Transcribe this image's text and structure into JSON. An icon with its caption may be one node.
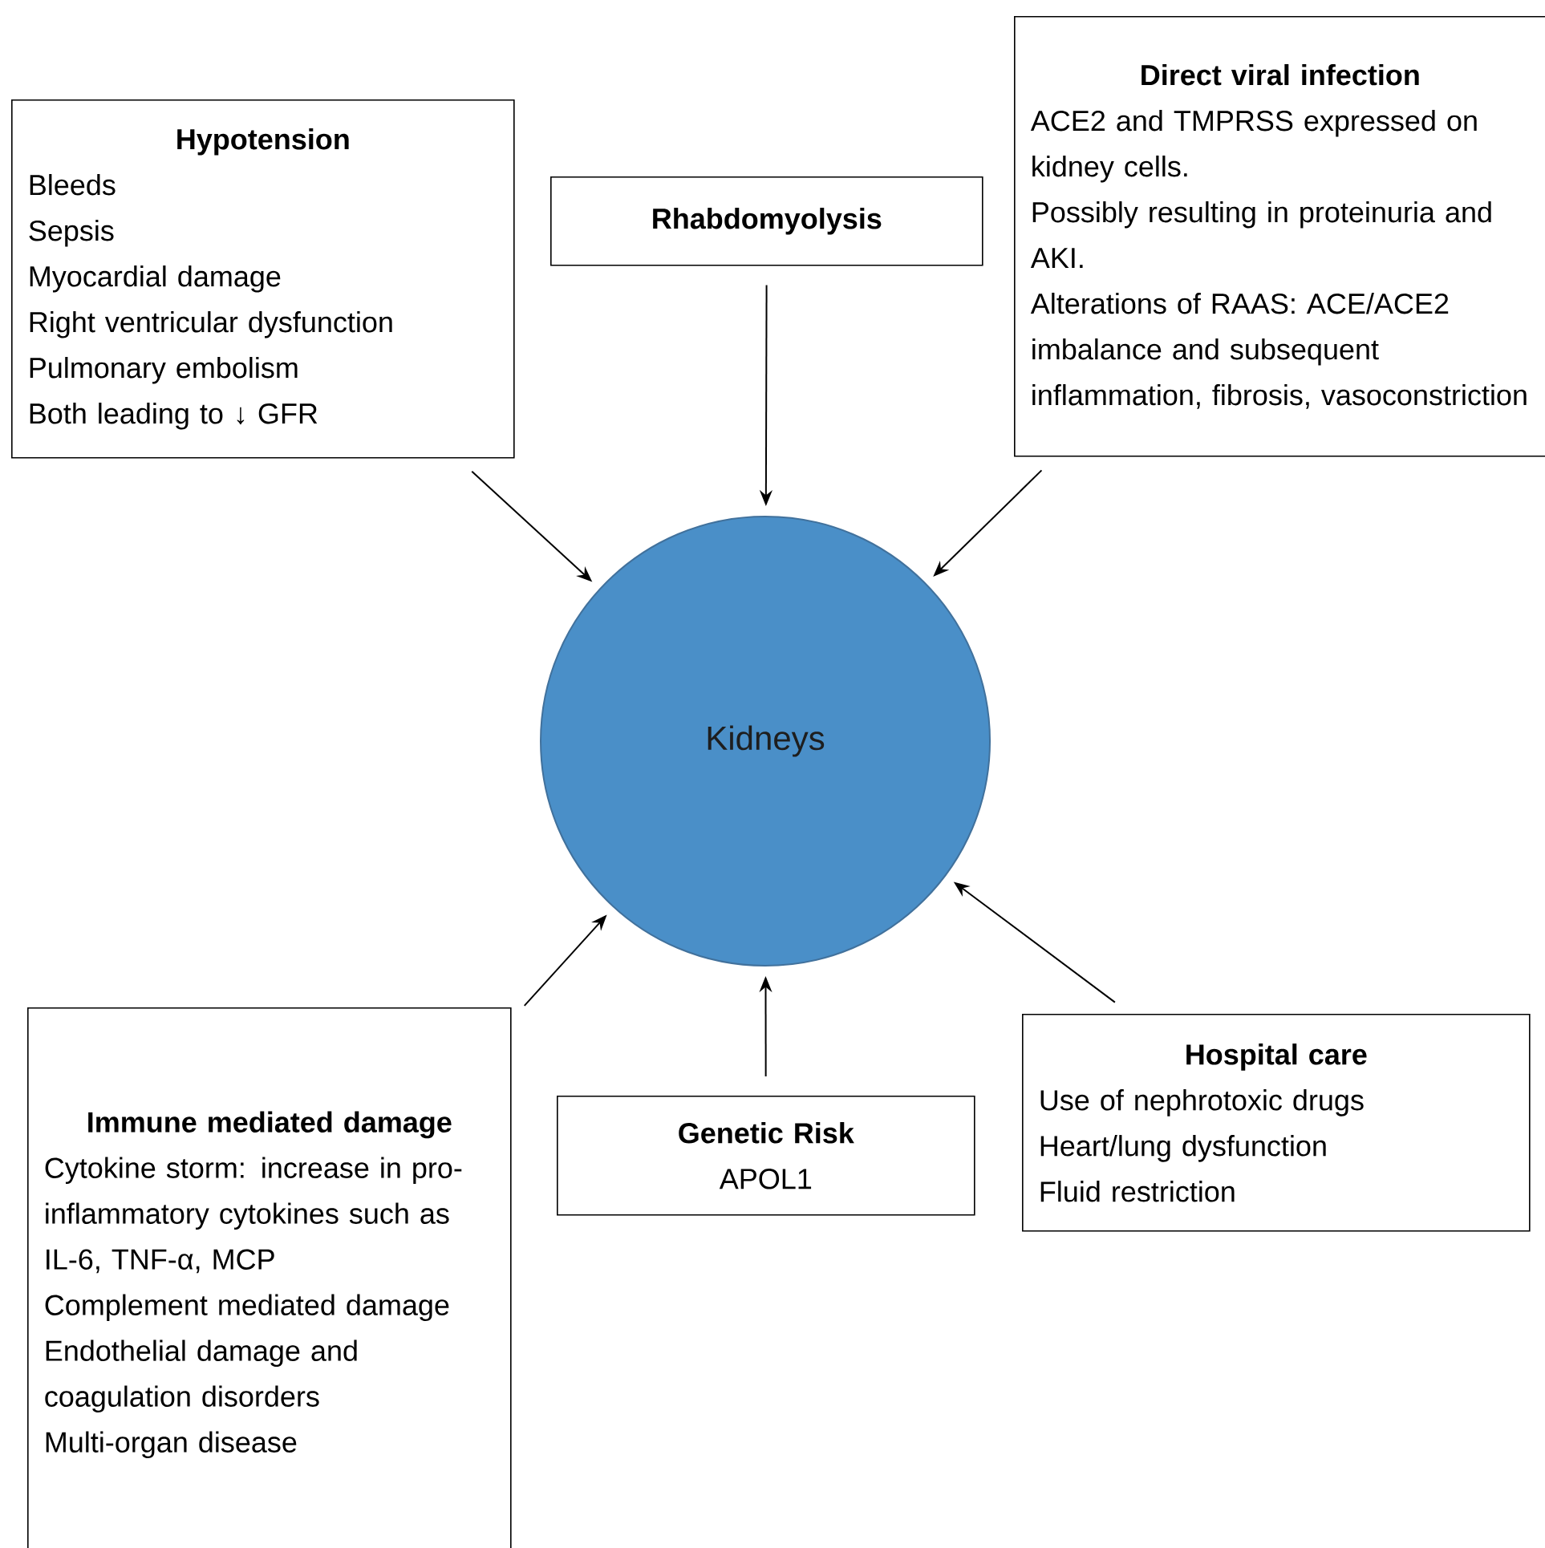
{
  "diagram": {
    "nodes": [
      {
        "text": [
          "Hypotension",
          "Bleeds",
          "Sepsis",
          "Myocardial damage",
          "Right ventricular dysfunction",
          "Pulmonary embolism",
          "Both leading to ↓ GFR"
        ]
      },
      {
        "text": [
          "Rhabdomyolysis"
        ]
      },
      {
        "text": [
          "Direct viral infection",
          "ACE2 and TMPRSS expressed on kidney cells.",
          "Possibly resulting in proteinuria and AKI.",
          "Alterations of RAAS: ACE/ACE2 imbalance and subsequent inflammation, fibrosis, vasoconstriction"
        ]
      },
      {
        "text": [
          "Kidneys"
        ]
      },
      {
        "text": [
          "Immune mediated damage",
          "Cytokine storm: increase in pro-inflammatory cytokines such as IL-6, TNF-α, MCP",
          "Complement mediated damage",
          "Endothelial damage and coagulation disorders",
          "Multi-organ disease"
        ]
      },
      {
        "text": [
          "Genetic Risk",
          "APOL1"
        ]
      },
      {
        "text": [
          "Hospital care",
          "Use of nephrotoxic drugs",
          "Heart/lung dysfunction",
          "Fluid restriction"
        ]
      }
    ],
    "edges": [
      {
        "from": 0,
        "to": 3,
        "arrow": "to"
      },
      {
        "from": 1,
        "to": 3,
        "arrow": "to"
      },
      {
        "from": 2,
        "to": 3,
        "arrow": "to"
      },
      {
        "from": 4,
        "to": 3,
        "arrow": "to"
      },
      {
        "from": 5,
        "to": 3,
        "arrow": "to"
      },
      {
        "from": 6,
        "to": 3,
        "arrow": "to"
      }
    ]
  }
}
